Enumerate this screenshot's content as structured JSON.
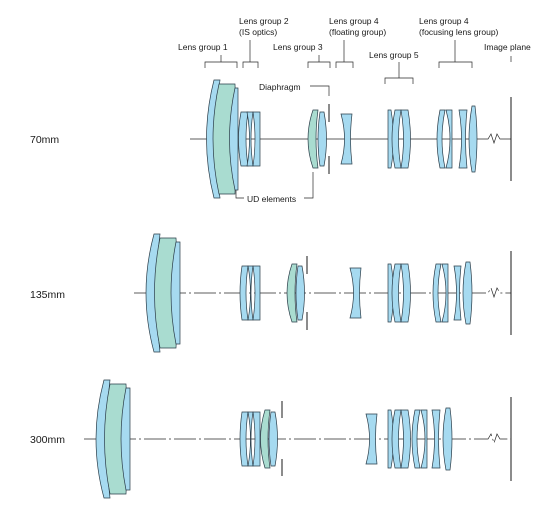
{
  "labels": {
    "group1": "Lens group 1",
    "group2_line1": "Lens group 2",
    "group2_line2": "(IS optics)",
    "group3": "Lens group 3",
    "group4a_line1": "Lens group 4",
    "group4a_line2": "(floating group)",
    "group4b_line1": "Lens group 4",
    "group4b_line2": "(focusing lens group)",
    "group5": "Lens group 5",
    "image_plane": "Image plane",
    "diaphragm": "Diaphragm",
    "ud_elements": "UD elements"
  },
  "colors": {
    "lens": "#a6daf0",
    "ud_lens": "#a9dcd0",
    "outline": "#2a3c48"
  },
  "rows": [
    {
      "focal_length": "70mm"
    },
    {
      "focal_length": "135mm"
    },
    {
      "focal_length": "300mm"
    }
  ]
}
